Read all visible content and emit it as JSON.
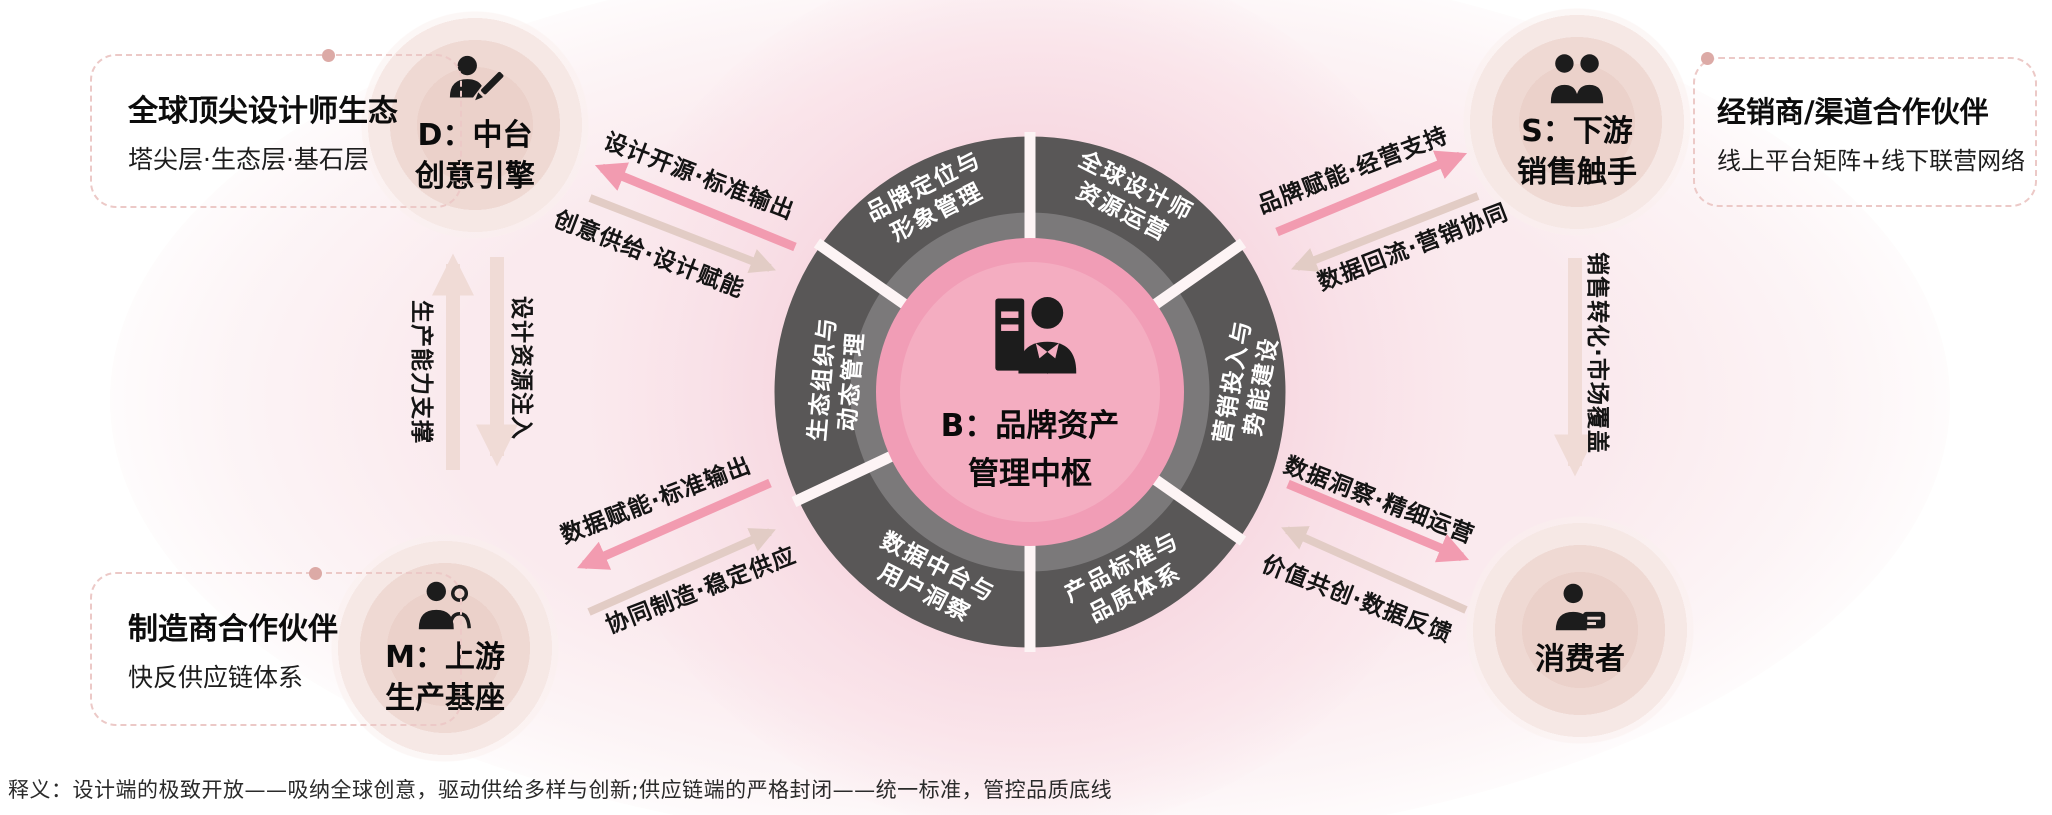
{
  "colors": {
    "pink_arrow": "#f29bb0",
    "beige_arrow": "#e2ccc5",
    "pale_arrow": "#f0dbd6",
    "ring_dark": "#595757",
    "ring_mid": "#7b797a",
    "hub_band": "#f19db6",
    "hub_center": "#f4adc1",
    "node_circle": "#eed7d1",
    "panel_border": "#ecc9c7"
  },
  "hub": {
    "line1": "B：品牌资产",
    "line2": "管理中枢",
    "icon": "manager-building-icon"
  },
  "segments": [
    {
      "line1": "品牌定位与",
      "line2": "形象管理"
    },
    {
      "line1": "全球设计师",
      "line2": "资源运营"
    },
    {
      "line1": "生态组织与",
      "line2": "动态管理"
    },
    {
      "line1": "营销投入与",
      "line2": "势能建设"
    },
    {
      "line1": "数据中台与",
      "line2": "用户洞察"
    },
    {
      "line1": "产品标准与",
      "line2": "品质体系"
    }
  ],
  "nodes": {
    "designer": {
      "line1": "D：中台",
      "line2": "创意引擎",
      "icon": "designer-pen-icon"
    },
    "sales": {
      "line1": "S：下游",
      "line2": "销售触手",
      "icon": "partners-icon"
    },
    "manufacturer": {
      "line1": "M：上游",
      "line2": "生产基座",
      "icon": "workers-icon"
    },
    "consumer": {
      "line1": "消费者",
      "icon": "consumer-card-icon"
    }
  },
  "panels": {
    "designer_ecosystem": {
      "title": "全球顶尖设计师生态",
      "subtitle": "塔尖层·生态层·基石层"
    },
    "distributor": {
      "title": "经销商/渠道合作伙伴",
      "subtitle": "线上平台矩阵+线下联营网络"
    },
    "manufacturer": {
      "title": "制造商合作伙伴",
      "subtitle": "快反供应链体系"
    }
  },
  "flows": {
    "design_output": "设计开源·标准输出",
    "creative_supply": "创意供给·设计赋能",
    "brand_support": "品牌赋能·经营支持",
    "data_return": "数据回流·营销协同",
    "production_support": "生产能力支撑",
    "design_injection": "设计资源注入",
    "sales_conversion": "销售转化·市场覆盖",
    "data_enable": "数据赋能·标准输出",
    "collab_manufacturing": "协同制造·稳定供应",
    "data_insight": "数据洞察·精细运营",
    "value_cocreation": "价值共创·数据反馈"
  },
  "caption": "释义：设计端的极致开放——吸纳全球创意，驱动供给多样与创新;供应链端的严格封闭——统一标准，管控品质底线"
}
